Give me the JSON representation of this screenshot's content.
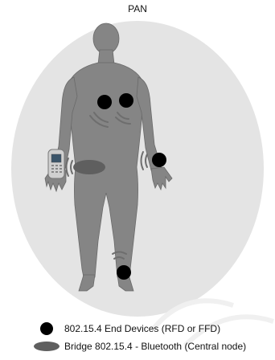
{
  "title": "PAN",
  "legend": {
    "end_devices": "802.15.4 End Devices (RFD or FFD)",
    "bridge": "Bridge 802.15.4 - Bluetooth (Central node)"
  },
  "colors": {
    "background_oval": "#e4e4e4",
    "body": "#858585",
    "device": "#000000",
    "bridge": "#5f5f5f",
    "signal": "#6e6e6e",
    "phone": "#d0d0d0"
  }
}
